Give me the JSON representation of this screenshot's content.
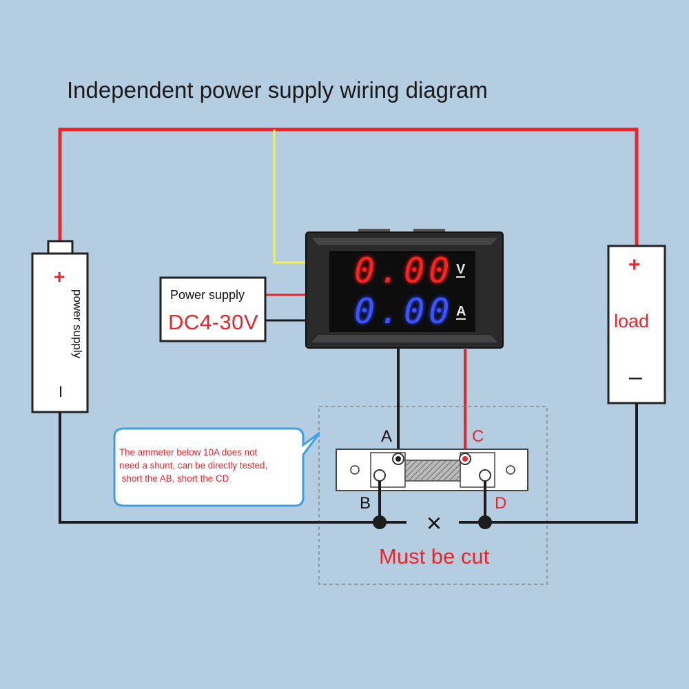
{
  "title": "Independent power supply wiring diagram",
  "battery": {
    "label": "power supply",
    "plus": "+",
    "minus": "I"
  },
  "load": {
    "plus": "+",
    "label": "load",
    "minus": "–"
  },
  "meter_supply": {
    "title": "Power supply",
    "range": "DC4-30V"
  },
  "meter": {
    "voltage_reading": "0.00",
    "voltage_unit": "V",
    "current_reading": "0.00",
    "current_unit": "A",
    "voltage_color": "#ff2020",
    "current_color": "#3a55ff"
  },
  "callout": {
    "line1": "The ammeter below 10A does not",
    "line2": "need a shunt, can be directly tested,",
    "line3": " short the AB, short the CD"
  },
  "terminals": {
    "a": "A",
    "b": "B",
    "c": "C",
    "d": "D"
  },
  "cut": {
    "mark": "×",
    "label": "Must be cut"
  },
  "colors": {
    "background": "#b5cde0",
    "wire_red": "#e8262b",
    "wire_black": "#1c1c1c",
    "wire_yellow": "#f4f24a",
    "callout_border": "#3aa0e8"
  }
}
